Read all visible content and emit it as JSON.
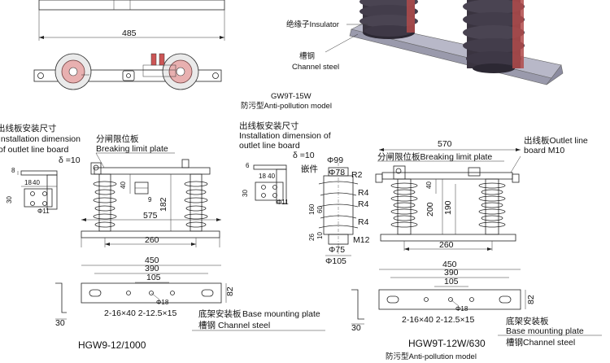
{
  "top": {
    "dim_485": "485",
    "insulator_label": "绝缘子Insulator",
    "channel_label_cn": "槽钢",
    "channel_label_en": "Channel steel",
    "model_top": "GW9T-15W",
    "model_top_sub": "防污型Anti-pollution model"
  },
  "left": {
    "outlet_title_cn": "出线板安装尺寸",
    "outlet_title_en1": "Installation dimension",
    "outlet_title_en2": "of outlet line board",
    "breaking_cn": "分闸限位板",
    "breaking_en": "Breaking limit plate",
    "delta": "δ =10",
    "d8": "8",
    "d18": "18",
    "d40": "40",
    "d30": "30",
    "d11": "Φ11",
    "d40b": "40",
    "d9": "9",
    "d575": "575",
    "d182": "182",
    "d260": "260",
    "d450": "450",
    "d390": "390",
    "d105": "105",
    "d18b": "Φ18",
    "d82": "82",
    "d30b": "30",
    "holes": "2-16×40 2-12.5×15",
    "base_cn": "底架安装板",
    "base_en": "Base mounting plate",
    "chan_cn": "槽钢",
    "chan_en": "Channel steel",
    "model": "HGW9-12/1000"
  },
  "middle": {
    "outlet_title_cn": "出线板安装尺寸",
    "outlet_title_en1": "Installation dimension of",
    "outlet_title_en2": "outlet line board",
    "delta": "δ =10",
    "d6": "6",
    "d1840": "18 40",
    "d30": "30",
    "d11": "Φ11",
    "phi99": "Φ99",
    "insert": "嵌件",
    "phi78": "Φ78",
    "r2": "R2",
    "r4a": "R4",
    "r4b": "R4",
    "r4c": "R4",
    "d160": "160",
    "d60": "60",
    "d26": "26",
    "d10": "10",
    "m12": "M12",
    "phi75": "Φ75",
    "phi105": "Φ105"
  },
  "right": {
    "d570": "570",
    "outlet_cn": "出线板Outlet line",
    "outlet_en": "board M10",
    "breaking": "分闸限位板Breaking limit plate",
    "d40": "40",
    "d200": "200",
    "d190": "190",
    "d260": "260",
    "d450": "450",
    "d390": "390",
    "d105": "105",
    "d18": "Φ18",
    "d82": "82",
    "d30": "30",
    "holes": "2-16×40 2-12.5×15",
    "base_cn": "底架安装板",
    "base_en": "Base mounting plate",
    "chan": "槽钢Channel steel",
    "model": "HGW9T-12W/630",
    "model_sub": "防污型Anti-pollution model"
  },
  "colors": {
    "insulator": "#3a3440",
    "insulator_accent": "#b04a4a",
    "channel": "#b8b8c8",
    "pink": "#e8b0b0"
  }
}
